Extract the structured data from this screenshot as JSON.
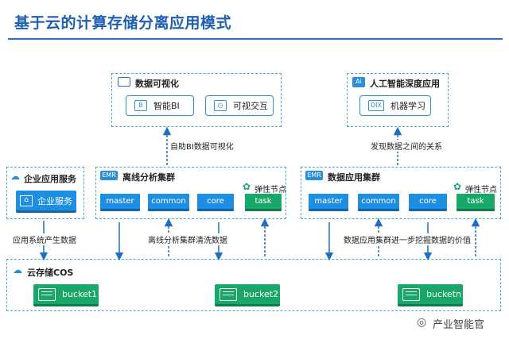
{
  "title": "基于云的计算存储分离应用模式",
  "viz": {
    "title": "数据可视化",
    "bi_label": "智能BI",
    "interact_label": "可视交互",
    "bi_icon": "B"
  },
  "ai": {
    "badge": "Ai",
    "title": "人工智能深度应用",
    "ml_label": "机器学习",
    "ml_icon": "DIX"
  },
  "enterprise": {
    "title": "企业应用服务",
    "service_label": "企业服务"
  },
  "offline": {
    "badge": "EMR",
    "title": "离线分析集群",
    "elastic_label": "弹性节点",
    "nodes": {
      "master": "master",
      "common": "common",
      "core": "core",
      "task": "task"
    }
  },
  "dataapp": {
    "badge": "EMR",
    "title": "数据应用集群",
    "elastic_label": "弹性节点",
    "nodes": {
      "master": "master",
      "common": "common",
      "core": "core",
      "task": "task"
    }
  },
  "notes": {
    "bi": "自助BI数据可视化",
    "discover": "发现数据之间的关系",
    "app_data": "应用系统产生数据",
    "clean": "离线分析集群清洗数据",
    "mine": "数据应用集群进一步挖掘数据的价值"
  },
  "cos": {
    "title": "云存储COS",
    "buckets": [
      "bucket1",
      "bucket2",
      "bucketn"
    ]
  },
  "watermark": "产业智能官",
  "colors": {
    "title": "#1f5fb0",
    "dashed_border": "#45a8c6",
    "node_blue": "#1e8fe0",
    "node_green": "#1aa86a"
  }
}
